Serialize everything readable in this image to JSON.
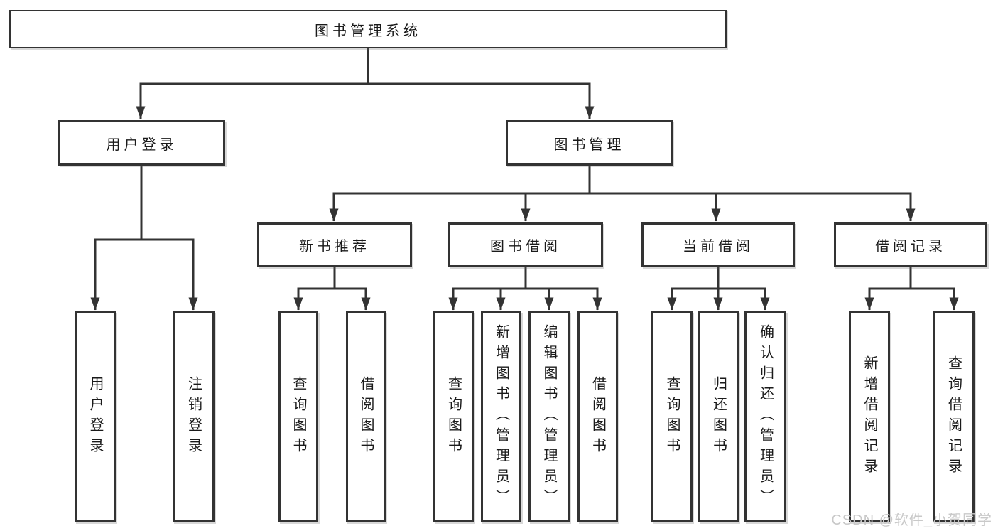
{
  "diagram": {
    "root": {
      "label": "图书管理系统"
    },
    "level1": [
      {
        "label": "用户登录",
        "leaves": [
          "用户登录",
          "注销登录"
        ]
      },
      {
        "label": "图书管理"
      }
    ],
    "level2": [
      {
        "label": "新书推荐",
        "leaves": [
          "查询图书",
          "借阅图书"
        ]
      },
      {
        "label": "图书借阅",
        "leaves": [
          "查询图书",
          "新增图书（管理员）",
          "编辑图书（管理员）",
          "借阅图书"
        ]
      },
      {
        "label": "当前借阅",
        "leaves": [
          "查询图书",
          "归还图书",
          "确认归还（管理员）"
        ]
      },
      {
        "label": "借阅记录",
        "leaves": [
          "新增借阅记录",
          "查询借阅记录"
        ]
      }
    ]
  },
  "watermark": {
    "text": "CSDN @软件_小贺同学"
  },
  "colors": {
    "line": "#333333",
    "box_border": "#333333",
    "text": "#1a1a1a",
    "watermark": "#c9c9c9",
    "background": "#ffffff"
  }
}
